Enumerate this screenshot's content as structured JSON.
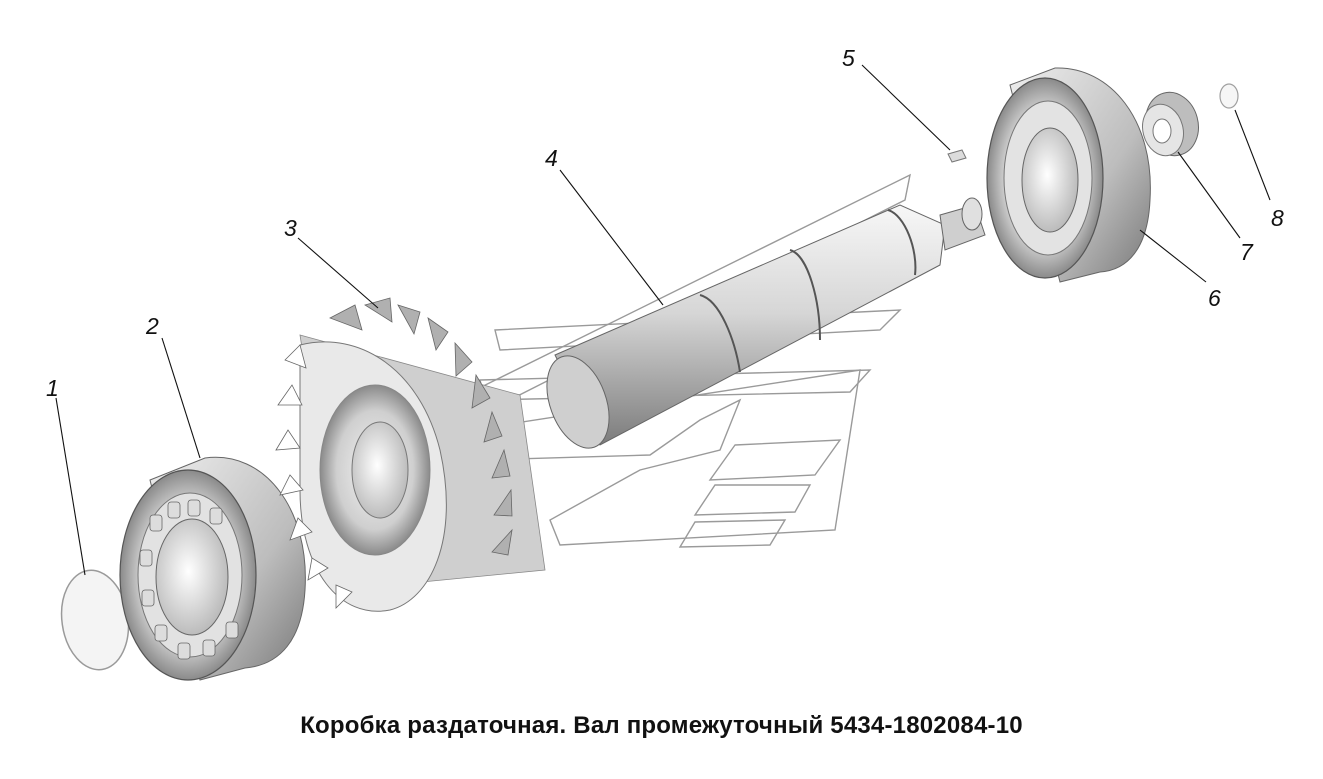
{
  "diagram": {
    "caption": "Коробка раздаточная. Вал промежуточный 5434-1802084-10",
    "callouts": [
      {
        "id": "1",
        "label": "1"
      },
      {
        "id": "2",
        "label": "2"
      },
      {
        "id": "3",
        "label": "3"
      },
      {
        "id": "4",
        "label": "4"
      },
      {
        "id": "5",
        "label": "5"
      },
      {
        "id": "6",
        "label": "6"
      },
      {
        "id": "7",
        "label": "7"
      },
      {
        "id": "8",
        "label": "8"
      }
    ],
    "colors": {
      "line": "#111111",
      "part_light": "#f2f2f2",
      "part_mid": "#b8b8b8",
      "part_dark": "#6e6e6e",
      "watermark": "#9a9a9a"
    }
  }
}
